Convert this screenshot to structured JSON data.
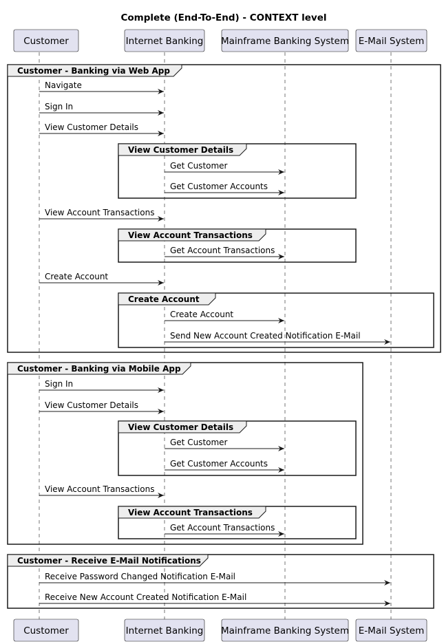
{
  "title": "Complete (End-To-End) - CONTEXT level",
  "participants": [
    {
      "id": "customer",
      "label": "Customer"
    },
    {
      "id": "internet_banking",
      "label": "Internet Banking"
    },
    {
      "id": "mainframe",
      "label": "Mainframe Banking System"
    },
    {
      "id": "email",
      "label": "E-Mail System"
    }
  ],
  "groups": [
    {
      "title": "Customer - Banking via Web App"
    },
    {
      "title": "View Customer Details"
    },
    {
      "title": "View Account Transactions"
    },
    {
      "title": "Create Account"
    },
    {
      "title": "Customer - Banking via Mobile App"
    },
    {
      "title": "View Customer Details"
    },
    {
      "title": "View Account Transactions"
    },
    {
      "title": "Customer - Receive E-Mail Notifications"
    }
  ],
  "messages": [
    {
      "from": "customer",
      "to": "internet_banking",
      "label": "Navigate"
    },
    {
      "from": "customer",
      "to": "internet_banking",
      "label": "Sign In"
    },
    {
      "from": "customer",
      "to": "internet_banking",
      "label": "View Customer Details"
    },
    {
      "from": "internet_banking",
      "to": "mainframe",
      "label": "Get Customer"
    },
    {
      "from": "internet_banking",
      "to": "mainframe",
      "label": "Get Customer Accounts"
    },
    {
      "from": "customer",
      "to": "internet_banking",
      "label": "View Account Transactions"
    },
    {
      "from": "internet_banking",
      "to": "mainframe",
      "label": "Get Account Transactions"
    },
    {
      "from": "customer",
      "to": "internet_banking",
      "label": "Create Account"
    },
    {
      "from": "internet_banking",
      "to": "mainframe",
      "label": "Create Account"
    },
    {
      "from": "internet_banking",
      "to": "email",
      "label": "Send New Account Created Notification E-Mail"
    },
    {
      "from": "customer",
      "to": "internet_banking",
      "label": "Sign In"
    },
    {
      "from": "customer",
      "to": "internet_banking",
      "label": "View Customer Details"
    },
    {
      "from": "internet_banking",
      "to": "mainframe",
      "label": "Get Customer"
    },
    {
      "from": "internet_banking",
      "to": "mainframe",
      "label": "Get Customer Accounts"
    },
    {
      "from": "customer",
      "to": "internet_banking",
      "label": "View Account Transactions"
    },
    {
      "from": "internet_banking",
      "to": "mainframe",
      "label": "Get Account Transactions"
    },
    {
      "from": "customer",
      "to": "email",
      "label": "Receive Password Changed Notification E-Mail"
    },
    {
      "from": "customer",
      "to": "email",
      "label": "Receive New Account Created Notification E-Mail"
    }
  ],
  "colors": {
    "participant_fill": "#E2E2F0",
    "participant_stroke": "#181818",
    "group_header_fill": "#EEEEEE",
    "line": "#181818"
  }
}
